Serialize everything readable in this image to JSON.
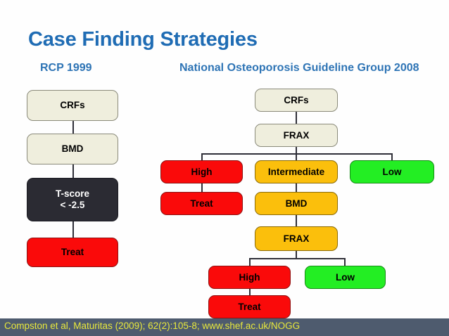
{
  "slide": {
    "title": "Case Finding Strategies",
    "subtitle_left": "RCP 1999",
    "subtitle_right": "National Osteoporosis Guideline Group 2008",
    "background_color": "#fefefe",
    "title_color": "#1F6CB4",
    "subtitle_color": "#2E74B5"
  },
  "palette": {
    "cream": "#EFEEDD",
    "dark": "#2B2B33",
    "red": "#FA0A0A",
    "amber": "#FBBF0C",
    "green": "#23EE23",
    "line": "#2F2F38",
    "footer_bg": "#4E5B6E",
    "footer_text": "#E8E83C"
  },
  "left_flow": {
    "name": "RCP 1999 pathway",
    "nodes": [
      {
        "id": "l-crfs",
        "label": "CRFs",
        "style": "cream"
      },
      {
        "id": "l-bmd",
        "label": "BMD",
        "style": "cream"
      },
      {
        "id": "l-tscore",
        "label": "T-score\n< -2.5",
        "style": "dark"
      },
      {
        "id": "l-treat",
        "label": "Treat",
        "style": "red"
      }
    ]
  },
  "right_flow": {
    "name": "National Osteoporosis Guideline Group 2008 pathway",
    "nodes": [
      {
        "id": "r-crfs",
        "label": "CRFs",
        "style": "cream"
      },
      {
        "id": "r-frax1",
        "label": "FRAX",
        "style": "cream"
      },
      {
        "id": "r-high1",
        "label": "High",
        "style": "red"
      },
      {
        "id": "r-intermediate",
        "label": "Intermediate",
        "style": "amber"
      },
      {
        "id": "r-low1",
        "label": "Low",
        "style": "green"
      },
      {
        "id": "r-treat1",
        "label": "Treat",
        "style": "red"
      },
      {
        "id": "r-bmd",
        "label": "BMD",
        "style": "amber"
      },
      {
        "id": "r-frax2",
        "label": "FRAX",
        "style": "amber"
      },
      {
        "id": "r-high2",
        "label": "High",
        "style": "red"
      },
      {
        "id": "r-low2",
        "label": "Low",
        "style": "green"
      },
      {
        "id": "r-treat2",
        "label": "Treat",
        "style": "red"
      }
    ]
  },
  "footer": {
    "citation": "Compston et al, Maturitas (2009); 62(2):105-8; www.shef.ac.uk/NOGG"
  }
}
